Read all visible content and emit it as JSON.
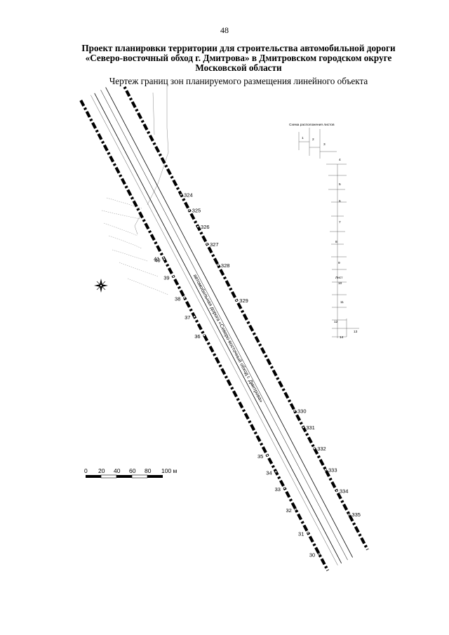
{
  "page": {
    "number": "48"
  },
  "header": {
    "title_lines": [
      "Проект планировки территории для строительства автомобильной дороги",
      "«Северо-восточный обход г. Дмитрова» в Дмитровском городском округе",
      "Московской области"
    ],
    "subtitle": "Чертеж границ зон планируемого размещения линейного объекта"
  },
  "map": {
    "road_label": "автомобильная дорога «Северо-восточный обход г. Дмитрова»",
    "right_boundary_points": [
      "324",
      "325",
      "326",
      "327",
      "328",
      "329",
      "330",
      "331",
      "332",
      "333",
      "334",
      "335"
    ],
    "right_boundary_positions": [
      0.245,
      0.278,
      0.313,
      0.35,
      0.395,
      0.47,
      0.705,
      0.74,
      0.785,
      0.83,
      0.875,
      0.925
    ],
    "left_boundary_points": [
      "41",
      "40",
      "39",
      "38",
      "37",
      "36",
      "35",
      "34",
      "33",
      "32",
      "31",
      "30"
    ],
    "left_boundary_positions": [
      0.335,
      0.338,
      0.375,
      0.42,
      0.46,
      0.5,
      0.755,
      0.79,
      0.825,
      0.87,
      0.92,
      0.965
    ]
  },
  "inset": {
    "title": "Схема расположения листов",
    "sheets": [
      "1",
      "2",
      "3",
      "4",
      "5",
      "6",
      "7",
      "8",
      "9",
      "10",
      "11",
      "12",
      "13",
      "14"
    ],
    "current_sheet_label": "Лист",
    "current_sheet": "10"
  },
  "scale_bar": {
    "ticks": [
      "0",
      "20",
      "40",
      "60",
      "80",
      "100 м"
    ]
  },
  "icons": {
    "compass": "compass-rose-icon"
  }
}
